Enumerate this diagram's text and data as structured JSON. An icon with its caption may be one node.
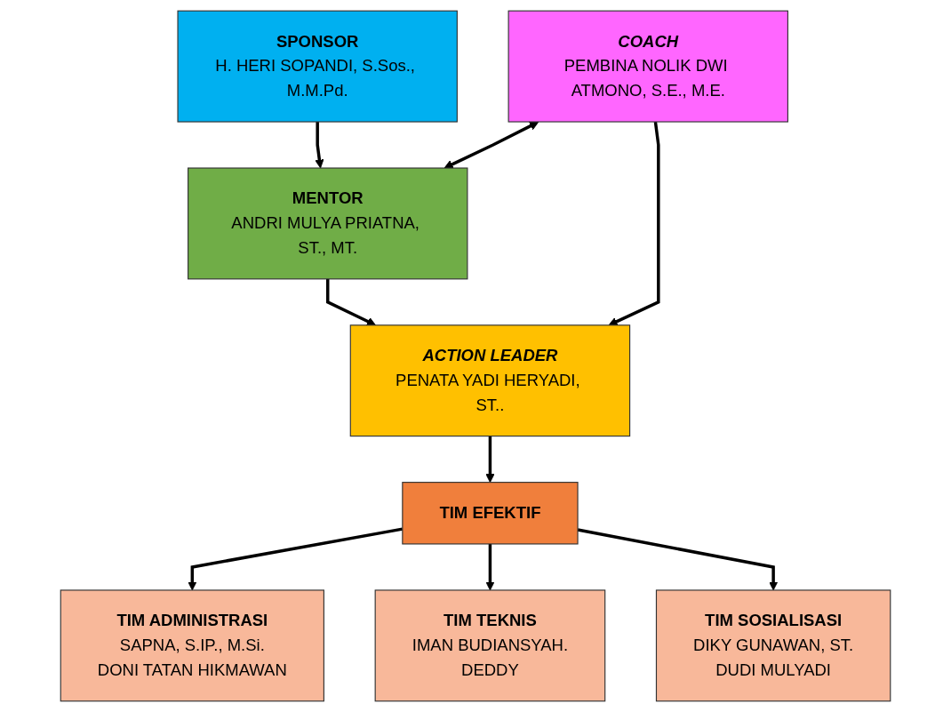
{
  "diagram": {
    "nodes": [
      {
        "text": [
          "SPONSOR",
          "H. HERI SOPANDI, S.Sos., M.M.Pd."
        ]
      },
      {
        "text": [
          "COACH",
          "PEMBINA NOLIK DWI ATMONO, S.E., M.E."
        ]
      },
      {
        "text": [
          "MENTOR",
          "ANDRI MULYA PRIATNA, ST., MT."
        ]
      },
      {
        "text": [
          "ACTION LEADER",
          "PENATA YADI HERYADI, ST.."
        ]
      },
      {
        "text": [
          "TIM EFEKTIF"
        ]
      },
      {
        "text": [
          "TIM ADMINISTRASI",
          "SAPNA, S.IP., M.Si.",
          "DONI TATAN HIKMAWAN"
        ]
      },
      {
        "text": [
          "TIM TEKNIS",
          "IMAN BUDIANSYAH.",
          "DEDDY"
        ]
      },
      {
        "text": [
          "TIM SOSIALISASI",
          "DIKY GUNAWAN, ST.",
          "DUDI MULYADI"
        ]
      }
    ],
    "edges": [
      {
        "from": 0,
        "to": 2,
        "arrow": "to"
      },
      {
        "from": 1,
        "to": 2,
        "arrow": "both"
      },
      {
        "from": 1,
        "to": 3,
        "arrow": "to"
      },
      {
        "from": 2,
        "to": 3,
        "arrow": "to"
      },
      {
        "from": 3,
        "to": 4,
        "arrow": "to"
      },
      {
        "from": 4,
        "to": 5,
        "arrow": "to"
      },
      {
        "from": 4,
        "to": 6,
        "arrow": "to"
      },
      {
        "from": 4,
        "to": 7,
        "arrow": "to"
      }
    ]
  }
}
